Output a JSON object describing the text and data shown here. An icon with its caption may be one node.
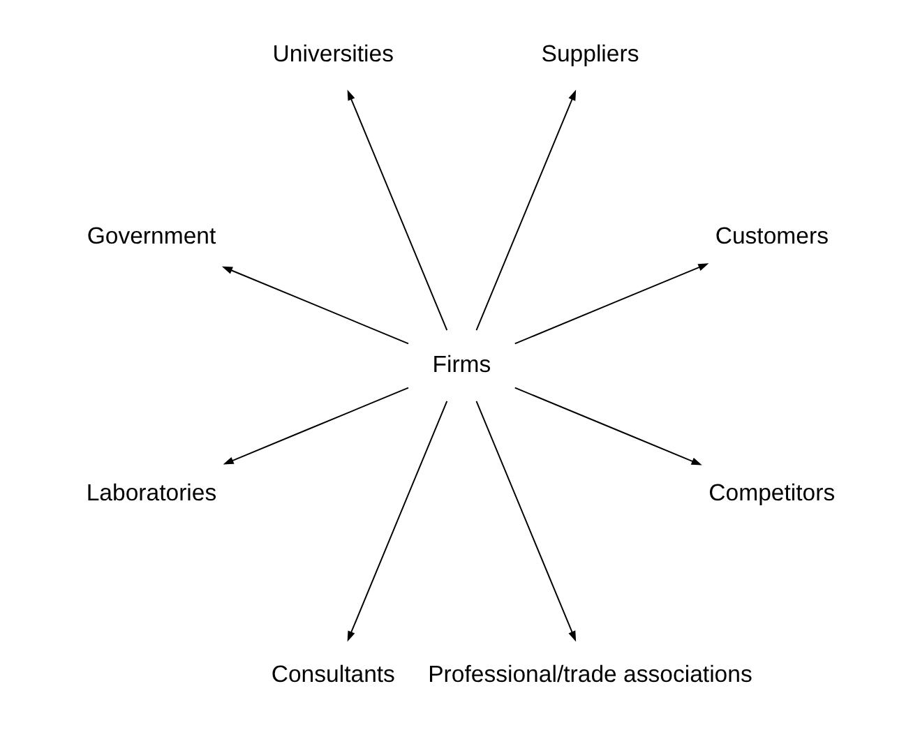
{
  "diagram": {
    "nodes": [
      {
        "text": [
          "Firms"
        ]
      },
      {
        "text": [
          "Customers"
        ]
      },
      {
        "text": [
          "Suppliers"
        ]
      },
      {
        "text": [
          "Universities"
        ]
      },
      {
        "text": [
          "Government"
        ]
      },
      {
        "text": [
          "Laboratories"
        ]
      },
      {
        "text": [
          "Consultants"
        ]
      },
      {
        "text": [
          "Professional/trade associations"
        ]
      },
      {
        "text": [
          "Competitors"
        ]
      }
    ],
    "edges": [
      {
        "from": 0,
        "to": 1,
        "arrow": "to"
      },
      {
        "from": 0,
        "to": 2,
        "arrow": "to"
      },
      {
        "from": 0,
        "to": 3,
        "arrow": "to"
      },
      {
        "from": 0,
        "to": 4,
        "arrow": "to"
      },
      {
        "from": 0,
        "to": 5,
        "arrow": "to"
      },
      {
        "from": 0,
        "to": 6,
        "arrow": "to"
      },
      {
        "from": 0,
        "to": 7,
        "arrow": "to"
      },
      {
        "from": 0,
        "to": 8,
        "arrow": "to"
      }
    ]
  }
}
